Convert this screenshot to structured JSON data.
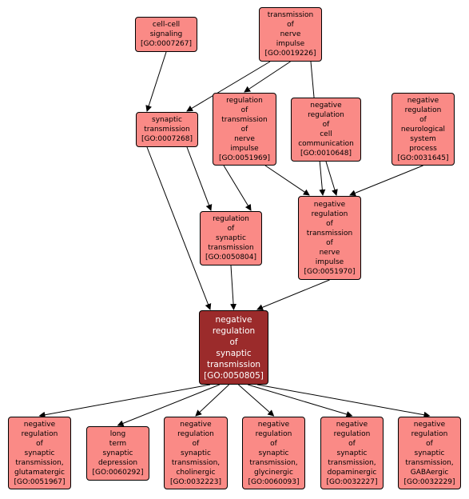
{
  "colors": {
    "node_fill": "#fa8a86",
    "focus_fill": "#9b2b2b",
    "edge": "#000000"
  },
  "nodes": {
    "cell_cell_signaling": {
      "label": "cell-cell\nsignaling\n[GO:0007267]"
    },
    "transmission_of_nerve_impulse": {
      "label": "transmission\nof\nnerve\nimpulse\n[GO:0019226]"
    },
    "synaptic_transmission": {
      "label": "synaptic\ntransmission\n[GO:0007268]"
    },
    "regulation_of_transmission_of_nerve_impulse": {
      "label": "regulation\nof\ntransmission\nof\nnerve\nimpulse\n[GO:0051969]"
    },
    "negative_regulation_of_cell_communication": {
      "label": "negative\nregulation\nof\ncell\ncommunication\n[GO:0010648]"
    },
    "negative_regulation_of_neurological_system_process": {
      "label": "negative\nregulation\nof\nneurological\nsystem\nprocess\n[GO:0031645]"
    },
    "regulation_of_synaptic_transmission": {
      "label": "regulation\nof\nsynaptic\ntransmission\n[GO:0050804]"
    },
    "negative_regulation_of_transmission_of_nerve_impulse": {
      "label": "negative\nregulation\nof\ntransmission\nof\nnerve\nimpulse\n[GO:0051970]"
    },
    "negative_regulation_of_synaptic_transmission": {
      "label": "negative\nregulation\nof\nsynaptic\ntransmission\n[GO:0050805]"
    },
    "glutamatergic": {
      "label": "negative\nregulation\nof\nsynaptic\ntransmission,\nglutamatergic\n[GO:0051967]"
    },
    "long_term_synaptic_depression": {
      "label": "long\nterm\nsynaptic\ndepression\n[GO:0060292]"
    },
    "cholinergic": {
      "label": "negative\nregulation\nof\nsynaptic\ntransmission,\ncholinergic\n[GO:0032223]"
    },
    "glycinergic": {
      "label": "negative\nregulation\nof\nsynaptic\ntransmission,\nglycinergic\n[GO:0060093]"
    },
    "dopaminergic": {
      "label": "negative\nregulation\nof\nsynaptic\ntransmission,\ndopaminergic\n[GO:0032227]"
    },
    "gabaergic": {
      "label": "negative\nregulation\nof\nsynaptic\ntransmission,\nGABAergic\n[GO:0032229]"
    }
  },
  "edges": [
    {
      "from": "cell_cell_signaling",
      "to": "synaptic_transmission"
    },
    {
      "from": "transmission_of_nerve_impulse",
      "to": "synaptic_transmission"
    },
    {
      "from": "transmission_of_nerve_impulse",
      "to": "regulation_of_transmission_of_nerve_impulse"
    },
    {
      "from": "transmission_of_nerve_impulse",
      "to": "negative_regulation_of_transmission_of_nerve_impulse"
    },
    {
      "from": "synaptic_transmission",
      "to": "regulation_of_synaptic_transmission"
    },
    {
      "from": "synaptic_transmission",
      "to": "negative_regulation_of_synaptic_transmission"
    },
    {
      "from": "regulation_of_transmission_of_nerve_impulse",
      "to": "regulation_of_synaptic_transmission"
    },
    {
      "from": "regulation_of_transmission_of_nerve_impulse",
      "to": "negative_regulation_of_transmission_of_nerve_impulse"
    },
    {
      "from": "negative_regulation_of_cell_communication",
      "to": "negative_regulation_of_transmission_of_nerve_impulse"
    },
    {
      "from": "negative_regulation_of_neurological_system_process",
      "to": "negative_regulation_of_transmission_of_nerve_impulse"
    },
    {
      "from": "regulation_of_synaptic_transmission",
      "to": "negative_regulation_of_synaptic_transmission"
    },
    {
      "from": "negative_regulation_of_transmission_of_nerve_impulse",
      "to": "negative_regulation_of_synaptic_transmission"
    },
    {
      "from": "negative_regulation_of_synaptic_transmission",
      "to": "glutamatergic"
    },
    {
      "from": "negative_regulation_of_synaptic_transmission",
      "to": "long_term_synaptic_depression"
    },
    {
      "from": "negative_regulation_of_synaptic_transmission",
      "to": "cholinergic"
    },
    {
      "from": "negative_regulation_of_synaptic_transmission",
      "to": "glycinergic"
    },
    {
      "from": "negative_regulation_of_synaptic_transmission",
      "to": "dopaminergic"
    },
    {
      "from": "negative_regulation_of_synaptic_transmission",
      "to": "gabaergic"
    }
  ]
}
